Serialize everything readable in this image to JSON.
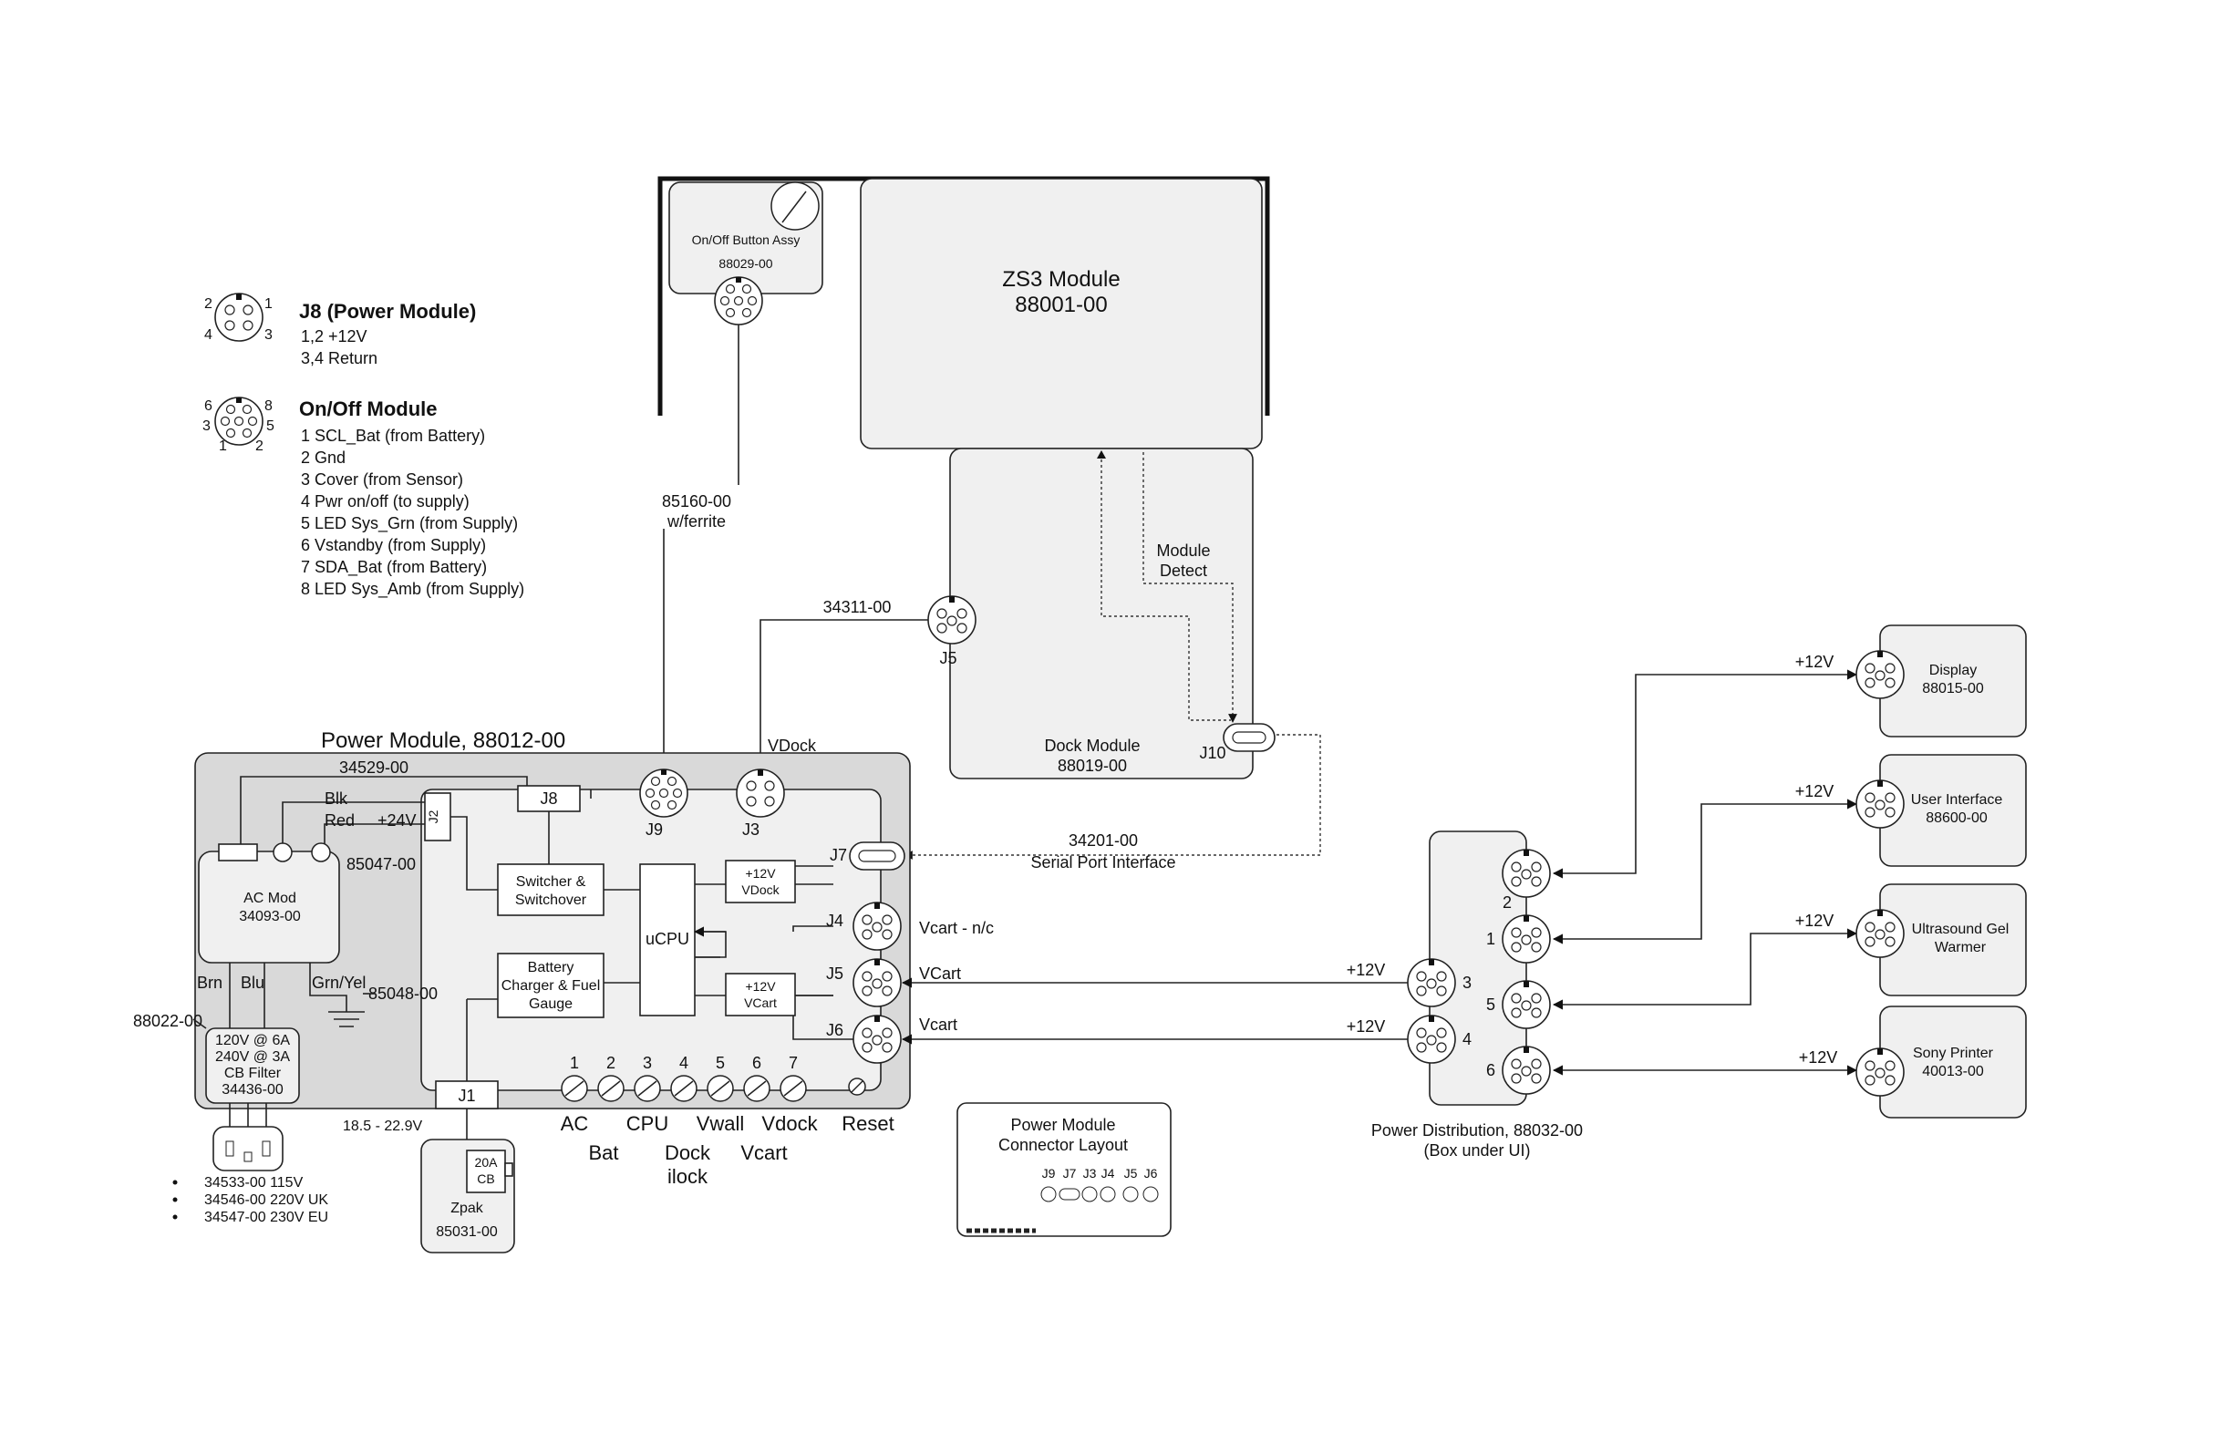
{
  "legend": {
    "j8": {
      "title": "J8 (Power Module)",
      "lines": [
        "1,2 +12V",
        "3,4  Return"
      ],
      "pins": [
        "2",
        "1",
        "4",
        "3"
      ]
    },
    "onoff": {
      "title": "On/Off Module",
      "lines": [
        "1  SCL_Bat (from Battery)",
        "2  Gnd",
        "3  Cover (from Sensor)",
        "4  Pwr on/off (to supply)",
        "5  LED Sys_Grn (from Supply)",
        "6  Vstandby (from Supply)",
        "7  SDA_Bat  (from Battery)",
        "8  LED Sys_Amb (from Supply)"
      ],
      "pins": [
        "6",
        "8",
        "3",
        "5",
        "1",
        "2"
      ]
    }
  },
  "onoff_button": {
    "name": "On/Off Button Assy",
    "part": "88029-00"
  },
  "zs3": {
    "name": "ZS3 Module",
    "part": "88001-00"
  },
  "dock": {
    "name": "Dock Module",
    "part": "88019-00",
    "j5": "J5",
    "j10": "J10"
  },
  "cables": {
    "ferrite_part": "85160-00",
    "ferrite_note": "w/ferrite",
    "dock_cable": "34311-00",
    "module_detect": [
      "Module",
      "Detect"
    ],
    "serial_part": "34201-00",
    "serial_label": "Serial Port Interface",
    "vdock": "VDock"
  },
  "power_module": {
    "title": "Power Module, 88012-00",
    "cable_34529": "34529-00",
    "blk": "Blk",
    "red": "Red",
    "v24": "+24V",
    "j2": "J2",
    "j8": "J8",
    "j9": "J9",
    "j3": "J3",
    "j7": "J7",
    "j4": "J4",
    "j5": "J5",
    "j6": "J6",
    "j1": "J1",
    "cable_85047": "85047-00",
    "cable_85048": "85048-00",
    "cable_88022": "88022-00",
    "ac_mod": [
      "AC Mod",
      "34093-00"
    ],
    "switcher": [
      "Switcher &",
      "Switchover"
    ],
    "battery": [
      "Battery",
      "Charger & Fuel",
      "Gauge"
    ],
    "ucpu": "uCPU",
    "vdock_reg": [
      "+12V",
      "VDock"
    ],
    "vcart_reg": [
      "+12V",
      "VCart"
    ],
    "wires": [
      "Brn",
      "Blu",
      "Grn/Yel"
    ],
    "filter": [
      "120V @ 6A",
      "240V @ 3A",
      "CB Filter",
      "34436-00"
    ],
    "vcart_nc": "Vcart - n/c",
    "vcart1": "VCart",
    "vcart2": "Vcart",
    "led_numbers": [
      "1",
      "2",
      "3",
      "4",
      "5",
      "6",
      "7"
    ],
    "led_top": [
      "AC",
      "CPU",
      "Vwall",
      "Vdock"
    ],
    "led_bottom": [
      "Bat",
      "Dock",
      "Vcart"
    ],
    "ilock": "ilock",
    "reset": "Reset",
    "voltage_range": "18.5  - 22.9V"
  },
  "zpak": {
    "name": "Zpak",
    "part": "85031-00",
    "cb": [
      "20A",
      "CB"
    ]
  },
  "cords": [
    "34533-00 115V",
    "34546-00 220V UK",
    "34547-00 230V EU"
  ],
  "connector_layout": {
    "title": [
      "Power Module",
      "Connector Layout"
    ],
    "labels": [
      "J9",
      "J7",
      "J3",
      "J4",
      "J5",
      "J6"
    ]
  },
  "distribution": {
    "title": "Power Distribution, 88032-00",
    "subtitle": "(Box under UI)",
    "ports": [
      "2",
      "1",
      "5",
      "6",
      "3",
      "4"
    ],
    "in_voltage": "+12V"
  },
  "devices": [
    {
      "name": [
        "Display",
        "88015-00"
      ],
      "voltage": "+12V"
    },
    {
      "name": [
        "User Interface",
        "88600-00"
      ],
      "voltage": "+12V"
    },
    {
      "name": [
        "Ultrasound Gel",
        "Warmer"
      ],
      "voltage": "+12V"
    },
    {
      "name": [
        "Sony Printer",
        "40013-00"
      ],
      "voltage": "+12V"
    }
  ]
}
